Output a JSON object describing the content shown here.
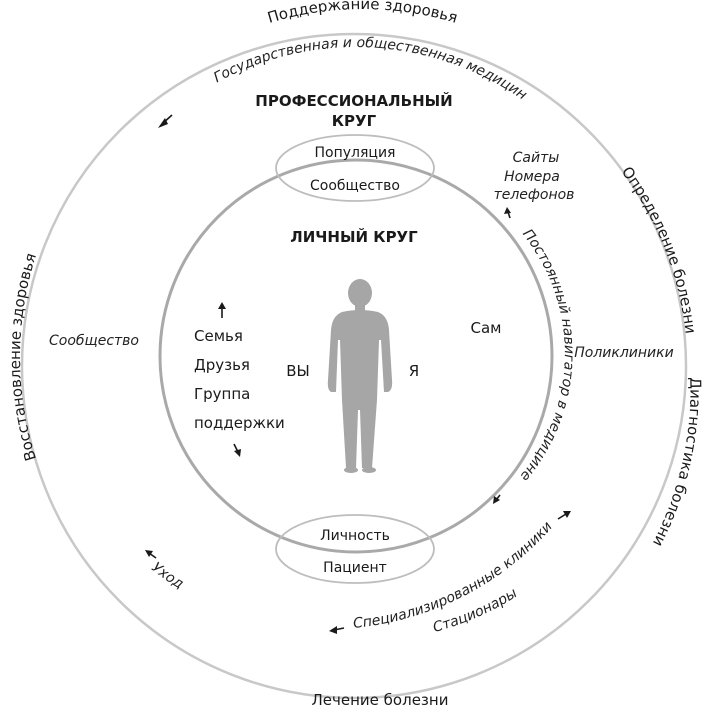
{
  "outer_ring_labels": {
    "top": "Поддержание здоровья",
    "right_upper": "Определение болезни",
    "right_lower": "Диагностика болезни",
    "bottom": "Лечение болезни",
    "left": "Восстановление здоровья"
  },
  "professional_circle": {
    "title_line1": "ПРОФЕССИОНАЛЬНЫЙ",
    "title_line2": "КРУГ",
    "arc_text": "Государственная и общественная медицина",
    "sites": [
      "Сайты",
      "Номера",
      "телефонов"
    ],
    "polyclinics": "Поликлиники",
    "community": "Сообщество",
    "care": "Уход",
    "specialized_clinics": "Специализированные клиники",
    "hospitals": "Стационары"
  },
  "top_ellipse": {
    "upper": "Популяция",
    "lower": "Сообщество"
  },
  "bottom_ellipse": {
    "upper": "Личность",
    "lower": "Пациент"
  },
  "personal_circle": {
    "title": "ЛИЧНЫЙ КРУГ",
    "left_list": [
      "Семья",
      "Друзья",
      "Группа",
      "поддержки"
    ],
    "you": "ВЫ",
    "me": "Я",
    "self": "Сам",
    "navigator": "Постоянный навигатор в медицине"
  },
  "colors": {
    "outer_ring": "#c8c8c8",
    "inner_ring": "#a9a9a9",
    "figure": "#a6a6a6",
    "text": "#1a1a1a"
  },
  "icons": {
    "arrow": "arrow-icon",
    "person": "human-figure-icon"
  }
}
